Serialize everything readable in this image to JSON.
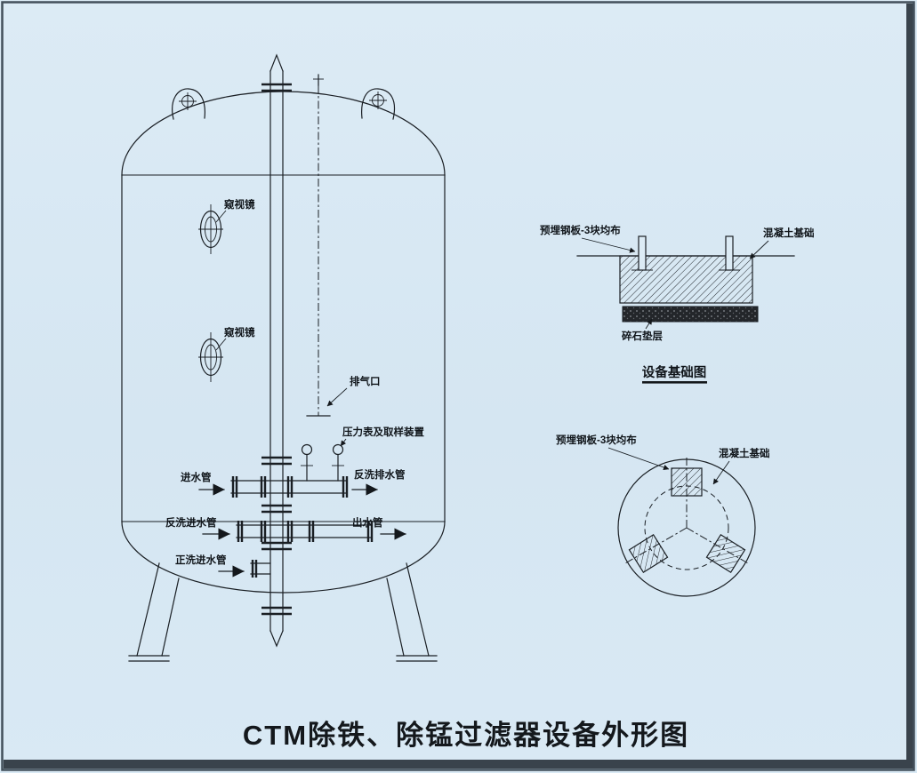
{
  "sheet": {
    "title": "CTM除铁、除锰过滤器设备外形图"
  },
  "tank": {
    "labels": {
      "sight_glass_upper": "窥视镜",
      "sight_glass_lower": "窥视镜",
      "air_vent": "排气口",
      "pressure_gauge_sampling": "压力表及取样装置",
      "inlet_pipe": "进水管",
      "backwash_drain_pipe": "反洗排水管",
      "backwash_inlet_pipe": "反洗进水管",
      "outlet_pipe": "出水管",
      "forward_wash_inlet_pipe": "正洗进水管"
    }
  },
  "foundation_section": {
    "labels": {
      "embedded_steel_plate": "预埋钢板-3块均布",
      "concrete_foundation": "混凝土基础",
      "gravel_cushion": "碎石垫层"
    },
    "caption": "设备基础图"
  },
  "foundation_plan": {
    "labels": {
      "embedded_steel_plate": "预埋钢板-3块均布",
      "concrete_foundation": "混凝土基础"
    }
  }
}
